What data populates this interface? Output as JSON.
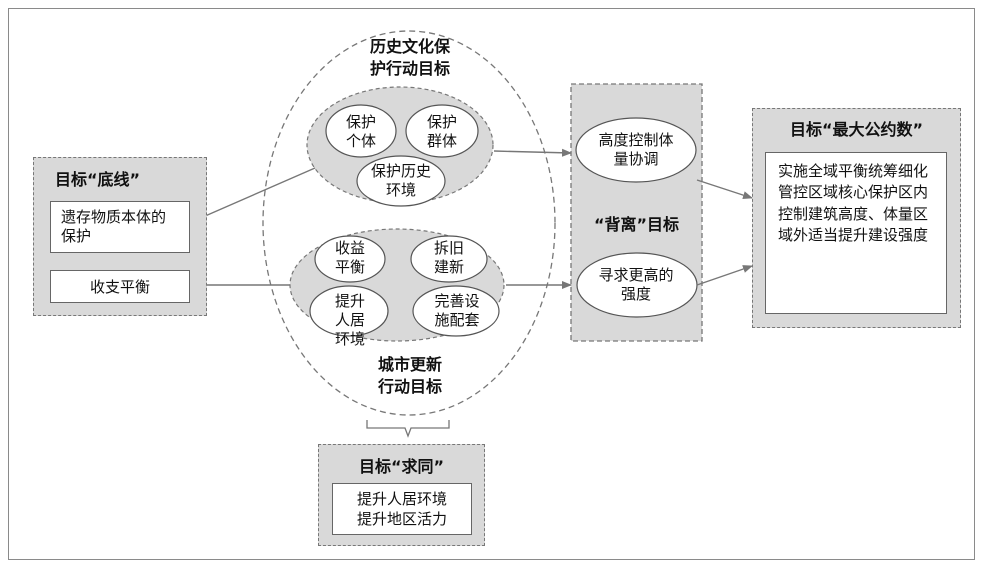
{
  "baseline": {
    "title": "目标“底线”",
    "item1": "遗存物质本体的保护",
    "item2": "收支平衡"
  },
  "heritage": {
    "title_l1": "历史文化保",
    "title_l2": "护行动目标",
    "node1": "保护个体",
    "node2": "保护群体",
    "node3": "保护历史环境"
  },
  "urban": {
    "title_l1": "城市更新",
    "title_l2": "行动目标",
    "node1": "收益平衡",
    "node2": "拆旧建新",
    "node3": "提升人居环境",
    "node4": "完善设施配套"
  },
  "divergence": {
    "title": "“背离”目标",
    "node1": "高度控制体量协调",
    "node2": "寻求更高的强度"
  },
  "max_common": {
    "title": "目标“最大公约数”",
    "text": "实施全域平衡统筹细化管控区域核心保护区内控制建筑高度、体量区域外适当提升建设强度"
  },
  "common": {
    "title": "目标“求同”",
    "line1": "提升人居环境",
    "line2": "提升地区活力"
  }
}
